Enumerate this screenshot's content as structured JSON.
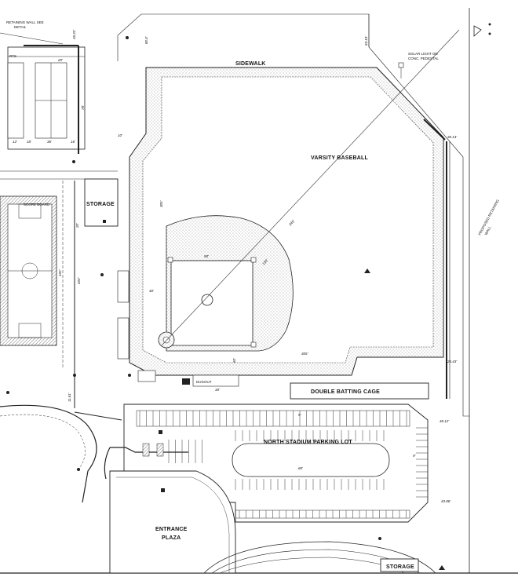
{
  "labels": {
    "sidewalk": "SIDEWALK",
    "varsity_baseball": "VARSITY BASEBALL",
    "storage_left": "STORAGE",
    "double_batting_cage": "DOUBLE BATTING CAGE",
    "north_stadium_parking_lot": "NORTH STADIUM PARKING LOT",
    "entrance_plaza_line1": "ENTRANCE",
    "entrance_plaza_line2": "PLAZA",
    "storage_bottom": "STORAGE",
    "dugout": "DUGOUT",
    "proposed_retaining_wall_1": "PROPOSED RETAINING",
    "proposed_retaining_wall_2": "WALL",
    "retaining_wall_note_1": "RETAINING WALL SEE",
    "retaining_wall_note_2": "DETAIL",
    "solar_light_1": "SOLAR LIGHT ON",
    "solar_light_2": "CONC. PEDESTAL",
    "score_board": "SCORE BOARD",
    "courts": "RTS"
  },
  "dimensions": {
    "d_45_22": "45.22'",
    "d_63_19": "63.19'",
    "d_80_6": "80.6'",
    "d_30_14": "30.14'",
    "d_26_43": "26.43'",
    "d_48_12": "48.12'",
    "d_43_86": "43.86'",
    "d_11_61": "11.61'",
    "d_10": "10'",
    "d_20": "20'",
    "d_78": "78'",
    "d_36": "36'",
    "d_16": "16'",
    "d_18": "18'",
    "d_12": "12'",
    "d_305_a": "305'",
    "d_305_b": "305'",
    "d_345": "345'",
    "d_90": "90'",
    "d_60": "60'",
    "d_40": "40'",
    "d_150": "150'",
    "d_200": "200'",
    "d_100": "100'",
    "d_30": "30'",
    "d_9": "9'",
    "d_60_b": "60'",
    "d_9_b": "9'",
    "d_20_b": "20'"
  },
  "colors": {
    "line": "#222222",
    "stipple": "#9a9a9a",
    "background": "#ffffff"
  }
}
